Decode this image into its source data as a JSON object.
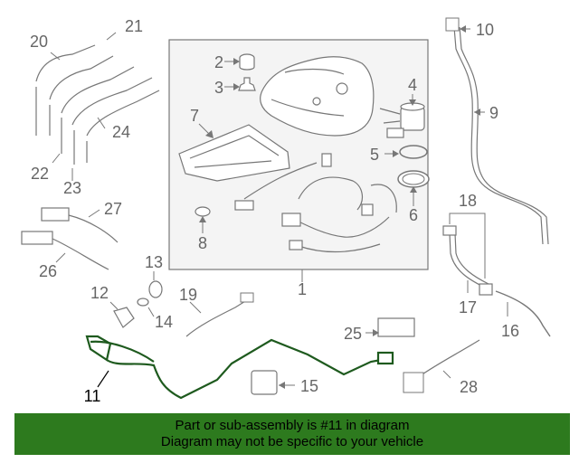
{
  "diagram": {
    "callouts": [
      "1",
      "2",
      "3",
      "4",
      "5",
      "6",
      "7",
      "8",
      "9",
      "10",
      "11",
      "12",
      "13",
      "14",
      "15",
      "16",
      "17",
      "18",
      "19",
      "20",
      "21",
      "22",
      "23",
      "24",
      "25",
      "26",
      "27",
      "28"
    ],
    "highlighted_part": "11",
    "colors": {
      "part_line": "#777777",
      "highlight": "#1e5a1e",
      "callout_text": "#666666",
      "highlight_label": "#000000",
      "panel_fill": "#f4f4f4"
    }
  },
  "banner": {
    "line1": "Part or sub-assembly is #11 in diagram",
    "line2": "Diagram may not be specific to your vehicle",
    "background": "#2d7a1e"
  }
}
